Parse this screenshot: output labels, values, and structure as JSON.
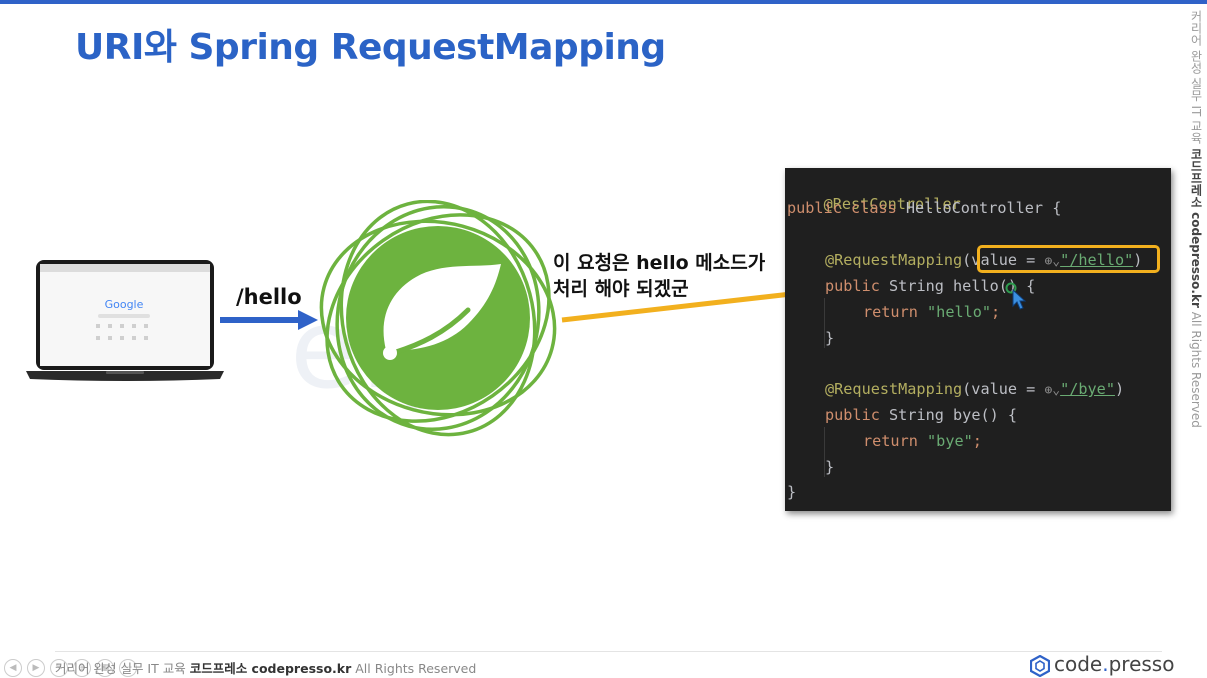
{
  "slide": {
    "title": "URI와 Spring RequestMapping",
    "route_label": "/hello",
    "callout_line1": "이 요청은 hello 메소드가",
    "callout_line2": "처리 해야 되겠군",
    "watermark": "e.p",
    "side_copyright_prefix": "커리어 완성 실무 IT 교육",
    "side_copyright_brand": "코드프레소 codepresso.kr",
    "side_copyright_suffix": "All Rights Reserved",
    "footer_prefix": "커리어 완성 실무 IT 교육",
    "footer_brand": "코드프레소 codepresso.kr",
    "footer_suffix": "All Rights Reserved",
    "brand_name": "code",
    "brand_dot": ".",
    "brand_suffix": "presso",
    "laptop_screen_text": "Google"
  },
  "code": {
    "l1": "@RestController",
    "l2_kw1": "public",
    "l2_kw2": "class",
    "l2_rest": "HelloController {",
    "l3_ann": "@RequestMapping",
    "l3_a": "(value = ",
    "l3_str": "\"/hello\"",
    "l3_close": ")",
    "l4_kw": "public",
    "l4_rest": "String hello() {",
    "l5_kw": "return",
    "l5_str": "\"hello\"",
    "l5_end": ";",
    "l6": "}",
    "l7_ann": "@RequestMapping",
    "l7_a": "(value = ",
    "l7_str": "\"/bye\"",
    "l7_close": ")",
    "l8_kw": "public",
    "l8_rest": "String bye() {",
    "l9_kw": "return",
    "l9_str": "\"bye\"",
    "l9_end": ";",
    "l10": "}",
    "l11": "}"
  },
  "colors": {
    "title": "#2b63c6",
    "blue_arrow": "#2f62c8",
    "yellow_arrow": "#f2b01e",
    "spring_green": "#6db33f",
    "code_bg": "#1f1f1f"
  },
  "icons": {
    "globe": "globe-icon",
    "cursor": "mouse-cursor-icon",
    "spring": "spring-leaf-logo",
    "laptop": "laptop-icon"
  }
}
